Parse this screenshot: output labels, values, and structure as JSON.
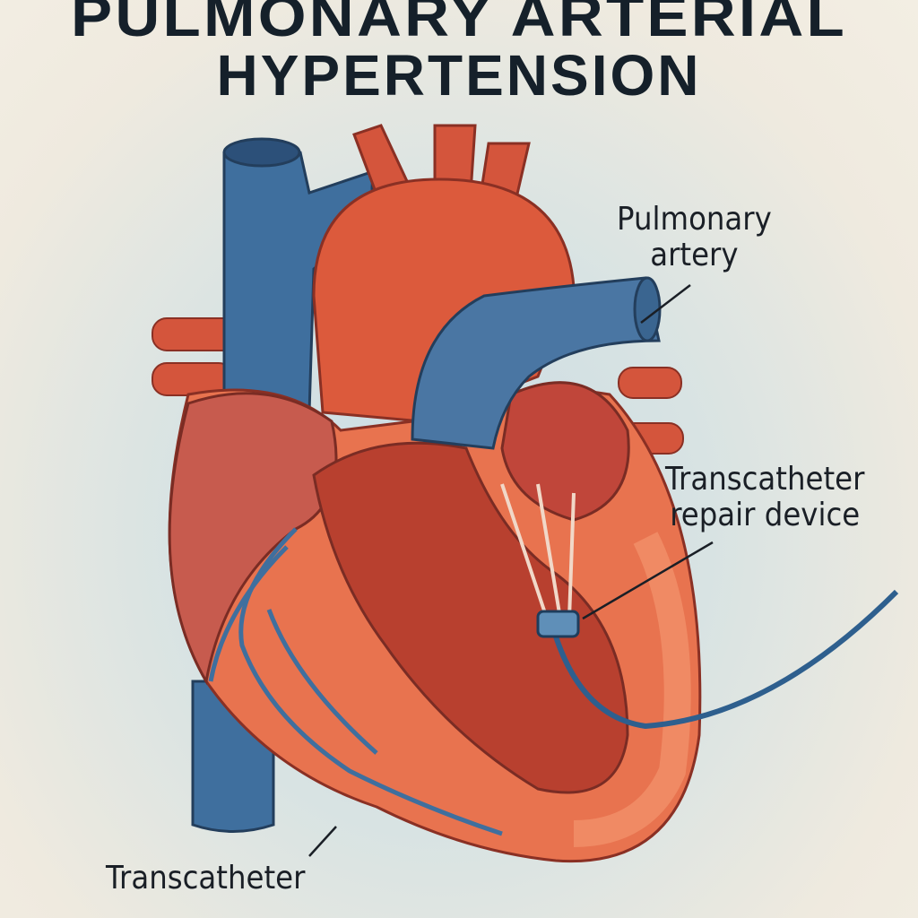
{
  "title": {
    "line1": "PULMONARY ARTERIAL",
    "line2": "HYPERTENSION"
  },
  "labels": {
    "pulmonary_artery": {
      "line1": "Pulmonary",
      "line2": "artery"
    },
    "repair_device": {
      "line1": "Transcatheter",
      "line2": "repair device"
    },
    "transcatheter": "Transcatheter"
  },
  "colors": {
    "artery_red": "#d9533a",
    "vein_blue": "#3f6f9e",
    "muscle": "#e8734f"
  }
}
